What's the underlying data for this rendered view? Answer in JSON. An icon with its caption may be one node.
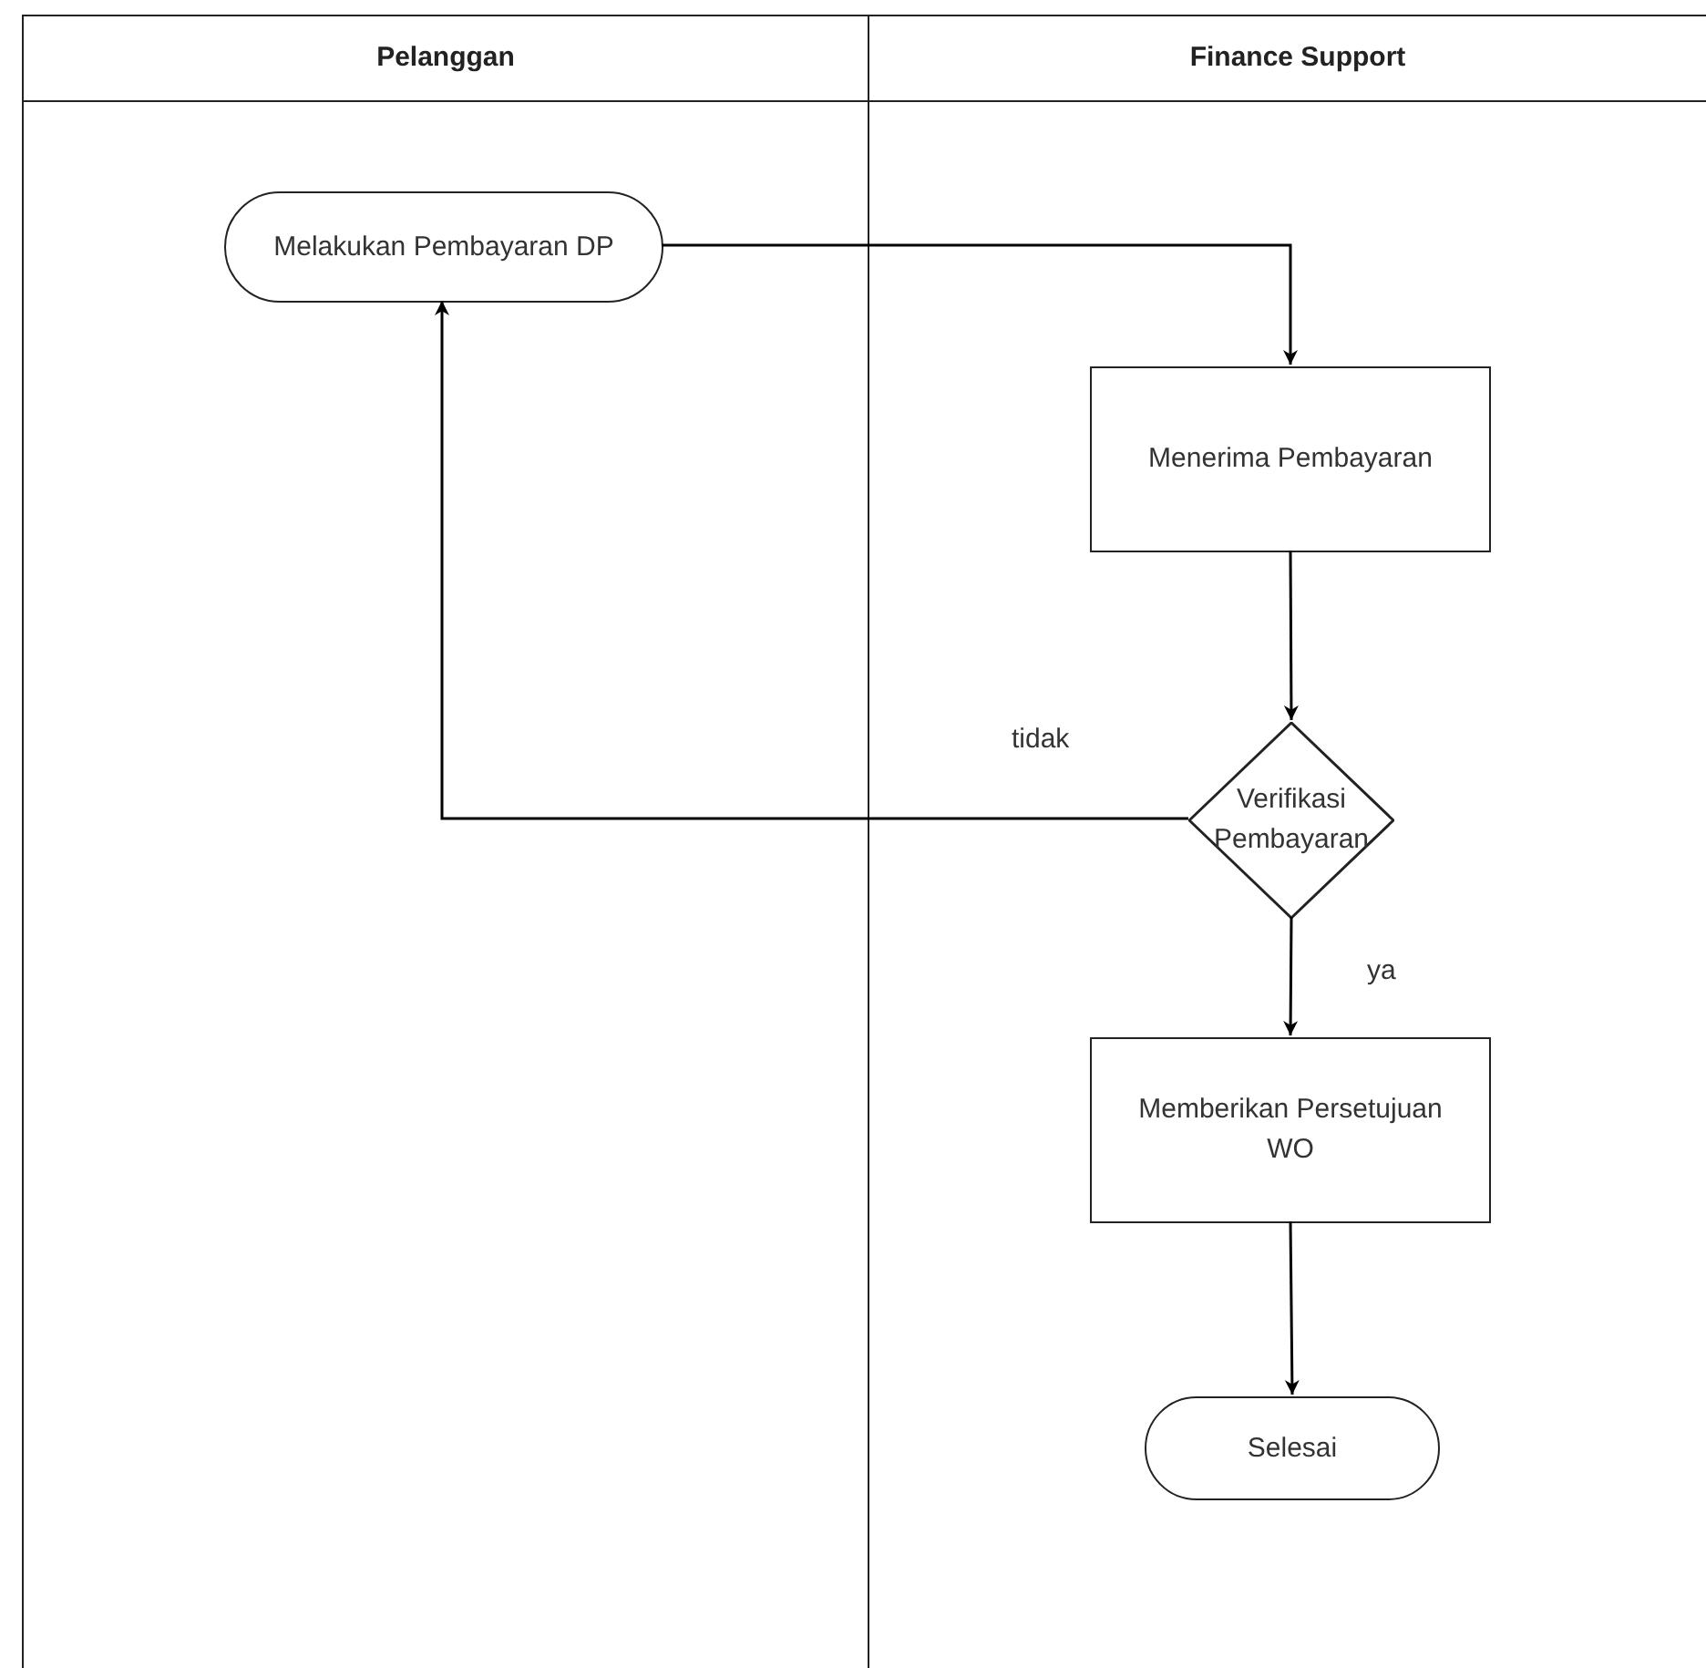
{
  "diagram": {
    "nodes": [
      {
        "text": [
          "Pelanggan"
        ]
      },
      {
        "text": [
          "Finance Support"
        ]
      },
      {
        "text": [
          "Melakukan Pembayaran DP"
        ],
        "in": 0
      },
      {
        "text": [
          "Menerima Pembayaran"
        ],
        "in": 1
      },
      {
        "text": [
          "Verifikasi Pembayaran"
        ],
        "in": 1
      },
      {
        "text": [
          "Memberikan Persetujuan WO"
        ],
        "in": 1
      },
      {
        "text": [
          "Selesai"
        ],
        "in": 1
      }
    ],
    "edges": [
      {
        "from": 2,
        "to": 3,
        "arrow": "to"
      },
      {
        "from": 3,
        "to": 4,
        "arrow": "to"
      },
      {
        "from": 4,
        "to": 2,
        "arrow": "to",
        "label": "tidak"
      },
      {
        "from": 4,
        "to": 5,
        "arrow": "to",
        "label": "ya"
      },
      {
        "from": 5,
        "to": 6,
        "arrow": "to"
      }
    ]
  }
}
